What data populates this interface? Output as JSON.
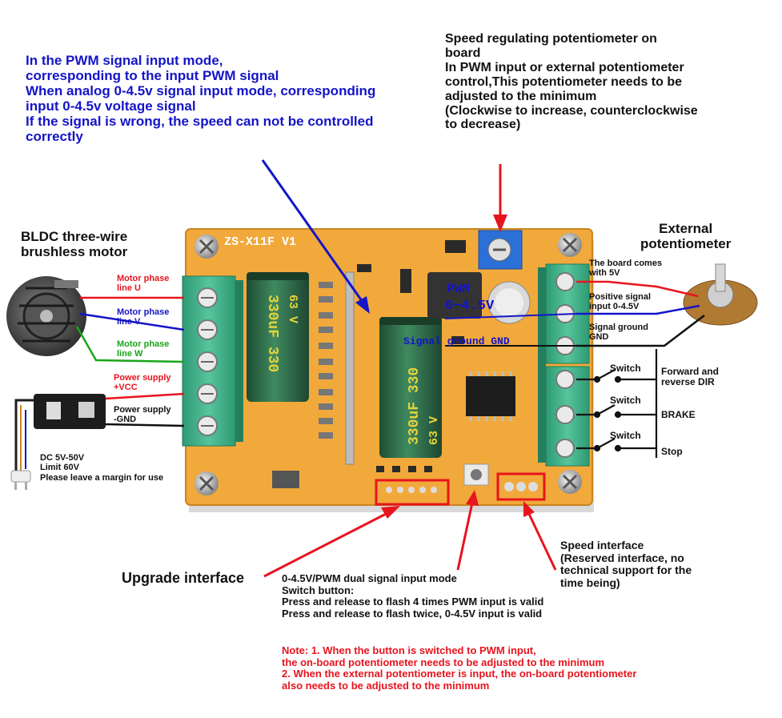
{
  "top_left_note": [
    "In the PWM signal input mode,",
    "corresponding to the input PWM signal",
    "When analog 0-4.5v signal input mode, corresponding",
    "input 0-4.5v voltage signal",
    "If the signal is wrong, the speed can not be controlled",
    "correctly"
  ],
  "top_right_note": [
    "Speed regulating potentiometer on",
    "board",
    "In PWM input or external potentiometer",
    "control,This potentiometer needs to be",
    "adjusted to the minimum",
    "(Clockwise to increase, counterclockwise",
    "to decrease)"
  ],
  "motor_title": [
    "BLDC three-wire",
    "brushless motor"
  ],
  "motor_phase_u": [
    "Motor phase",
    "line U"
  ],
  "motor_phase_v": [
    "Motor phase",
    "line V"
  ],
  "motor_phase_w": [
    "Motor phase",
    "line W"
  ],
  "power_vcc": [
    "Power supply",
    "+VCC"
  ],
  "power_gnd": [
    "Power supply",
    "-GND"
  ],
  "dc_note": [
    "DC 5V-50V",
    "Limit 60V",
    "Please leave a margin for use"
  ],
  "ext_pot_title": [
    "External",
    "potentiometer"
  ],
  "board_5v": [
    "The board comes",
    "with 5V"
  ],
  "positive_signal": [
    "Positive signal",
    "input 0-4.5V"
  ],
  "signal_ground": [
    "Signal ground",
    "GND"
  ],
  "switch_label": "Switch",
  "dir_label": [
    "Forward and",
    "reverse DIR"
  ],
  "brake_label": "BRAKE",
  "stop_label": "Stop",
  "board_model": "ZS-X11F V1",
  "pwm_marking": "PWM",
  "range_marking": "0~4.5V",
  "signal_ground_marking": "Signal ground GND",
  "capacitor_marking": "330uF 330",
  "capacitor_voltage": "63 V",
  "upgrade_label": "Upgrade interface",
  "button_note": [
    "0-4.5V/PWM dual signal input mode",
    "Switch button:",
    "Press and release to flash 4 times PWM input is valid",
    "Press and release to flash twice, 0-4.5V input is valid"
  ],
  "speed_interface": [
    "Speed interface",
    "(Reserved interface, no",
    " technical support for the",
    "time being)"
  ],
  "bottom_note": [
    "Note: 1. When the button is switched to PWM input,",
    "the on-board potentiometer needs to be adjusted to the minimum",
    "2. When the external potentiometer is input, the on-board potentiometer",
    "also needs to be adjusted to the minimum"
  ],
  "colors": {
    "blue_text": "#1414c8",
    "red_text": "#e8141e",
    "board": "#f2a93b",
    "terminal": "#3cb08a",
    "capacitor": "#2f6b4a"
  }
}
